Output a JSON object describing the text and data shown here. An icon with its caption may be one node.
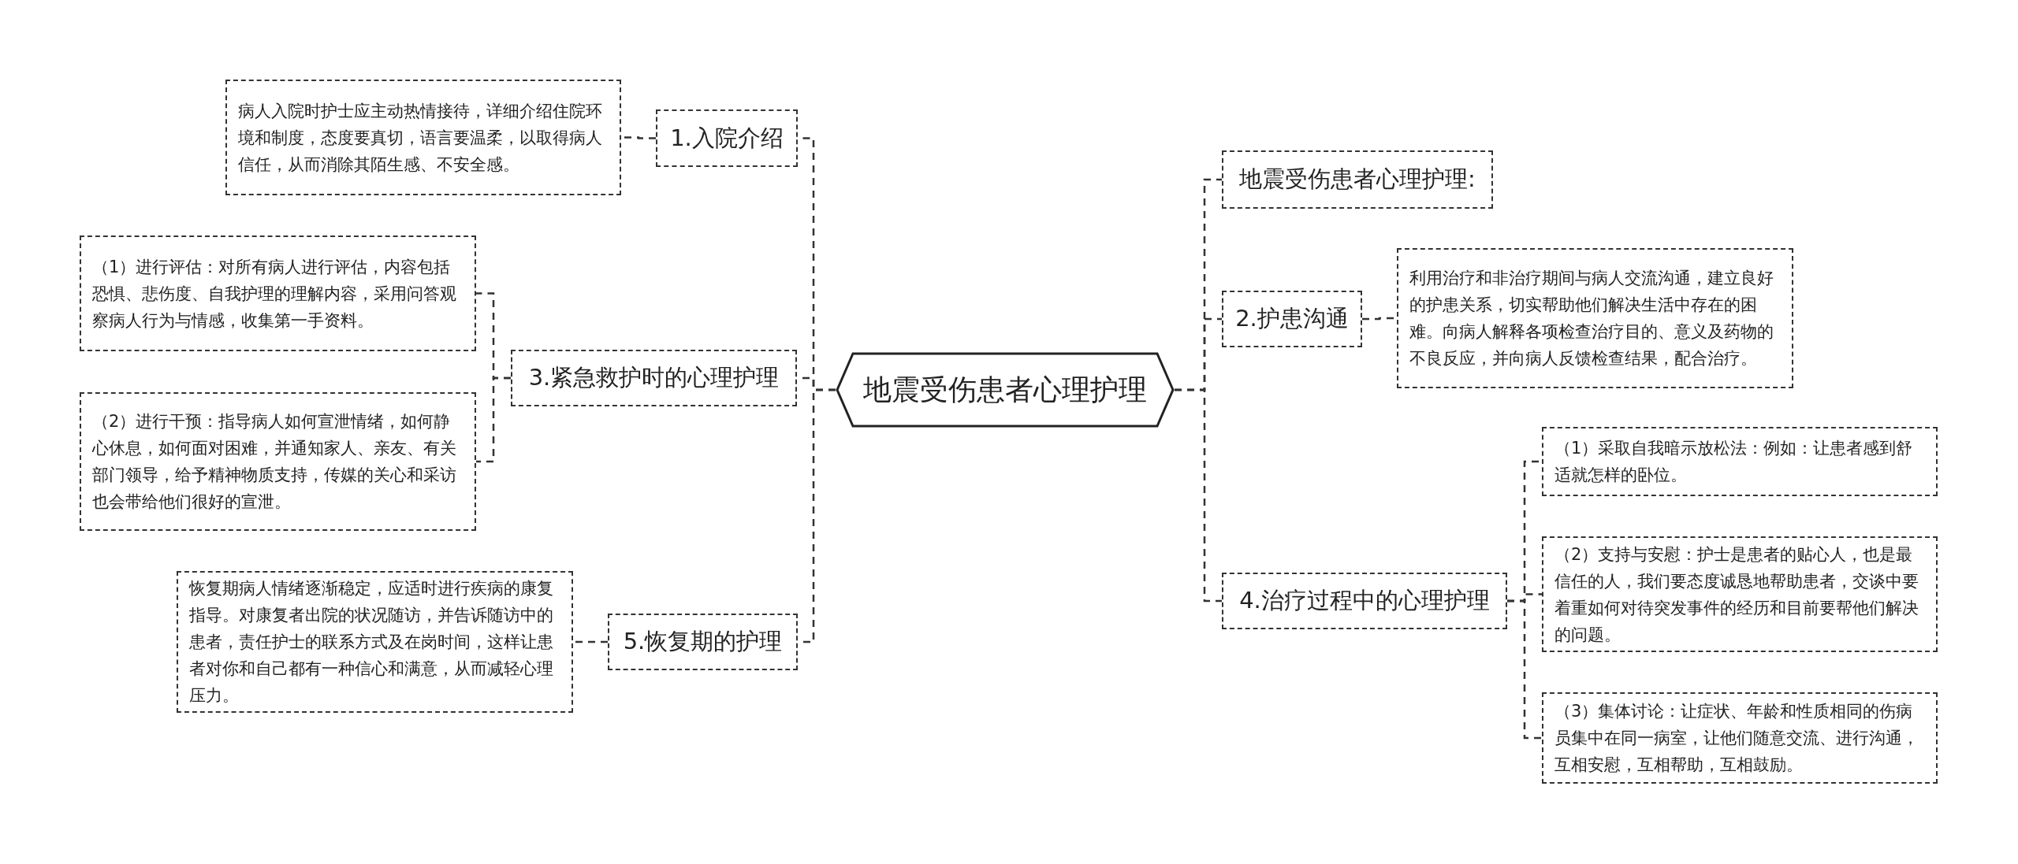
{
  "diagram": {
    "nodes": [
      {
        "text": [
          "地震受伤患者心理护理"
        ]
      },
      {
        "text": [
          "1.入院介绍"
        ]
      },
      {
        "text": [
          "病人入院时护士应主动热情接待，详细介绍住院环境和制度，态度要真切，语言要温柔，以取得病人信任，从而消除其陌生感、不安全感。"
        ]
      },
      {
        "text": [
          "3.紧急救护时的心理护理"
        ]
      },
      {
        "text": [
          "（1）进行评估：对所有病人进行评估，内容包括恐惧、悲伤度、自我护理的理解内容，采用问答观察病人行为与情感，收集第一手资料。"
        ]
      },
      {
        "text": [
          "（2）进行干预：指导病人如何宣泄情绪，如何静心休息，如何面对困难，并通知家人、亲友、有关部门领导，给予精神物质支持，传媒的关心和采访也会带给他们很好的宣泄。"
        ]
      },
      {
        "text": [
          "5.恢复期的护理"
        ]
      },
      {
        "text": [
          "恢复期病人情绪逐渐稳定，应适时进行疾病的康复指导。对康复者出院的状况随访，并告诉随访中的患者，责任护士的联系方式及在岗时间，这样让患者对你和自己都有一种信心和满意，从而减轻心理压力。"
        ]
      },
      {
        "text": [
          "地震受伤患者心理护理:"
        ]
      },
      {
        "text": [
          "2.护患沟通"
        ]
      },
      {
        "text": [
          "利用治疗和非治疗期间与病人交流沟通，建立良好的护患关系，切实帮助他们解决生活中存在的困难。向病人解释各项检查治疗目的、意义及药物的不良反应，并向病人反馈检查结果，配合治疗。"
        ]
      },
      {
        "text": [
          "4.治疗过程中的心理护理"
        ]
      },
      {
        "text": [
          "（1）采取自我暗示放松法：例如：让患者感到舒适就怎样的卧位。"
        ]
      },
      {
        "text": [
          "（2）支持与安慰：护士是患者的贴心人，也是最信任的人，我们要态度诚恳地帮助患者，交谈中要着重如何对待突发事件的经历和目前要帮他们解决的问题。"
        ]
      },
      {
        "text": [
          "（3）集体讨论：让症状、年龄和性质相同的伤病员集中在同一病室，让他们随意交流、进行沟通，互相安慰，互相帮助，互相鼓励。"
        ]
      }
    ],
    "edges": [
      {
        "from": 0,
        "to": 1,
        "arrow": "none",
        "style": "dashed"
      },
      {
        "from": 0,
        "to": 3,
        "arrow": "none",
        "style": "dashed"
      },
      {
        "from": 0,
        "to": 6,
        "arrow": "none",
        "style": "dashed"
      },
      {
        "from": 1,
        "to": 2,
        "arrow": "none",
        "style": "dashed"
      },
      {
        "from": 3,
        "to": 4,
        "arrow": "none",
        "style": "dashed"
      },
      {
        "from": 3,
        "to": 5,
        "arrow": "none",
        "style": "dashed"
      },
      {
        "from": 6,
        "to": 7,
        "arrow": "none",
        "style": "dashed"
      },
      {
        "from": 0,
        "to": 8,
        "arrow": "none",
        "style": "dashed"
      },
      {
        "from": 0,
        "to": 9,
        "arrow": "none",
        "style": "dashed"
      },
      {
        "from": 0,
        "to": 11,
        "arrow": "none",
        "style": "dashed"
      },
      {
        "from": 9,
        "to": 10,
        "arrow": "none",
        "style": "dashed"
      },
      {
        "from": 11,
        "to": 12,
        "arrow": "none",
        "style": "dashed"
      },
      {
        "from": 11,
        "to": 13,
        "arrow": "none",
        "style": "dashed"
      },
      {
        "from": 11,
        "to": 14,
        "arrow": "none",
        "style": "dashed"
      }
    ]
  }
}
